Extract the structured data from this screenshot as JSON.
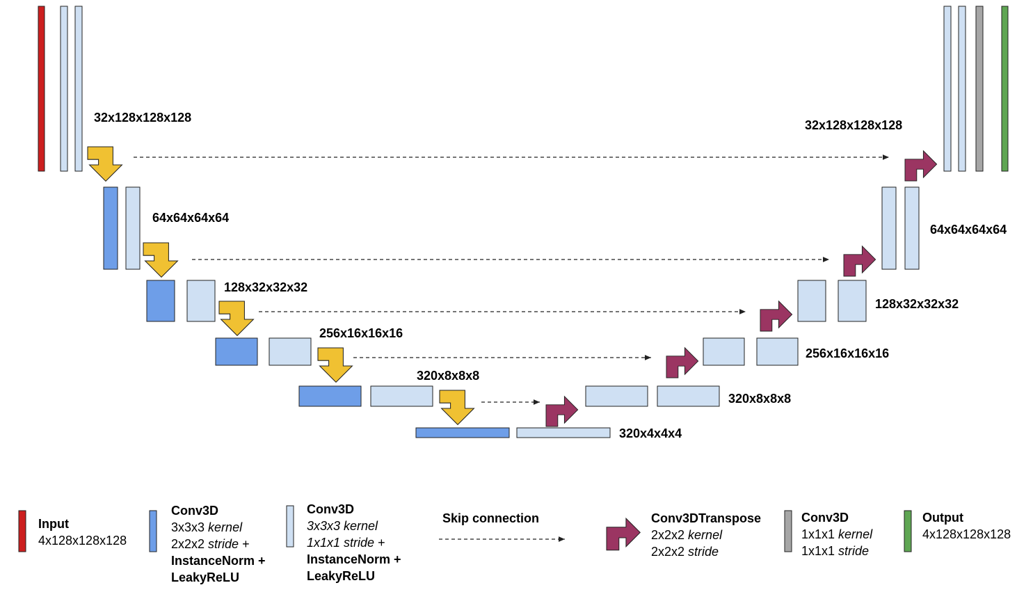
{
  "colors": {
    "input": "#cc1f1f",
    "conv_stride2": "#6e9ee8",
    "conv_stride1": "#cfe0f3",
    "conv_1x1": "#a6a6a6",
    "output": "#5fa653",
    "down_arrow": "#f0c132",
    "up_arrow": "#9b3562",
    "outline": "#222222"
  },
  "icons": {
    "down": "yellow-bent-down-arrow-icon",
    "up": "magenta-bent-up-arrow-icon"
  },
  "labels": {
    "enc0": "32x128x128x128",
    "enc1": "64x64x64x64",
    "enc2": "128x32x32x32",
    "enc3": "256x16x16x16",
    "enc4": "320x8x8x8",
    "bottleneck": "320x4x4x4",
    "dec4": "320x8x8x8",
    "dec3": "256x16x16x16",
    "dec2": "128x32x32x32",
    "dec1": "64x64x64x64",
    "dec0": "32x128x128x128"
  },
  "legend": {
    "input": {
      "title": "Input",
      "shape": "4x128x128x128"
    },
    "conv_stride2": {
      "title": "Conv3D",
      "kernel_val": "3x3x3 ",
      "kernel_word": "kernel",
      "stride_val": "2x2x2 ",
      "stride_word": "stride",
      "stride_tail": " +",
      "norm": "InstanceNorm +",
      "act": "LeakyReLU"
    },
    "conv_stride1": {
      "title": "Conv3D",
      "kernel_line": "3x3x3 kernel",
      "stride_line": "1x1x1 stride",
      "stride_tail": " +",
      "norm": "InstanceNorm +",
      "act": "LeakyReLU"
    },
    "skip": {
      "title": "Skip connection"
    },
    "transpose": {
      "title": "Conv3DTranspose",
      "kernel_val": "2x2x2 ",
      "kernel_word": "kernel",
      "stride_val": "2x2x2 ",
      "stride_word": "stride"
    },
    "conv_1x1": {
      "title": "Conv3D",
      "kernel_val": "1x1x1 ",
      "kernel_word": "kernel",
      "stride_val": "1x1x1 ",
      "stride_word": "stride"
    },
    "output": {
      "title": "Output",
      "shape": "4x128x128x128"
    }
  }
}
